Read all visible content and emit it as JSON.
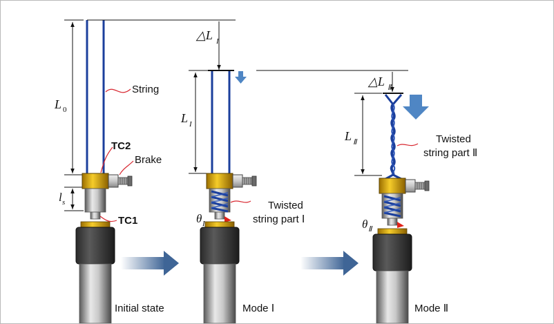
{
  "figure": {
    "initial": {
      "length_label": "L",
      "length_sub": "0",
      "ls_label": "l",
      "ls_sub": "s",
      "string": "String",
      "tc2": "TC2",
      "brake": "Brake",
      "tc1": "TC1",
      "caption": "Initial state"
    },
    "mode1": {
      "delta_label": "△L",
      "delta_sub": "I",
      "length_label": "L",
      "length_sub": "I",
      "theta_label": "θ",
      "theta_sub": "I",
      "twisted_line1": "Twisted",
      "twisted_line2": "string part Ⅰ",
      "caption": "Mode Ⅰ"
    },
    "mode2": {
      "delta_label": "△L",
      "delta_sub": "Ⅱ",
      "length_label": "L",
      "length_sub": "Ⅱ",
      "theta_label": "θ",
      "theta_sub": "Ⅱ",
      "twisted_line1": "Twisted",
      "twisted_line2": "string part Ⅱ",
      "caption": "Mode Ⅱ"
    }
  },
  "colors": {
    "string": "#1b3f9c",
    "gold": "#e0b010",
    "flow_arrow": "#4b6f9f",
    "down_arrow": "#4f86c4",
    "leader_red": "#d8262f",
    "red_mark": "#e2231a"
  },
  "icons": [
    "flow-arrow-icon",
    "down-arrow-icon",
    "brake-screw-icon"
  ]
}
